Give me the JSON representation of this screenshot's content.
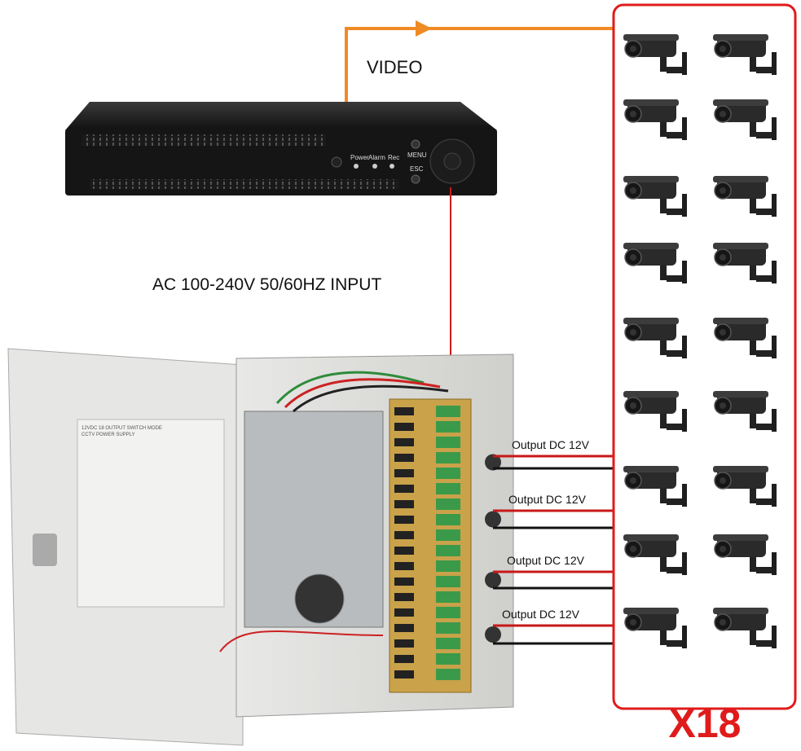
{
  "labels": {
    "video": "VIDEO",
    "ac_input": "AC 100-240V 50/60HZ INPUT",
    "outputs": [
      "Output DC 12V",
      "Output DC 12V",
      "Output DC 12V",
      "Output DC 12V"
    ],
    "quantity": "X18"
  },
  "dvr": {
    "power": "Power",
    "alarm": "Alarm",
    "rec": "Rec",
    "menu": "MENU",
    "esc": "ESC"
  },
  "power_supply": {
    "manual_title_1": "12VDC 18 OUTPUT SWITCH MODE",
    "manual_title_2": "CCTV POWER SUPPLY"
  },
  "camera_count": 18,
  "colors": {
    "video_line": "#f08a24",
    "power_line": "#d11a1a",
    "frame": "#e01b1b"
  }
}
